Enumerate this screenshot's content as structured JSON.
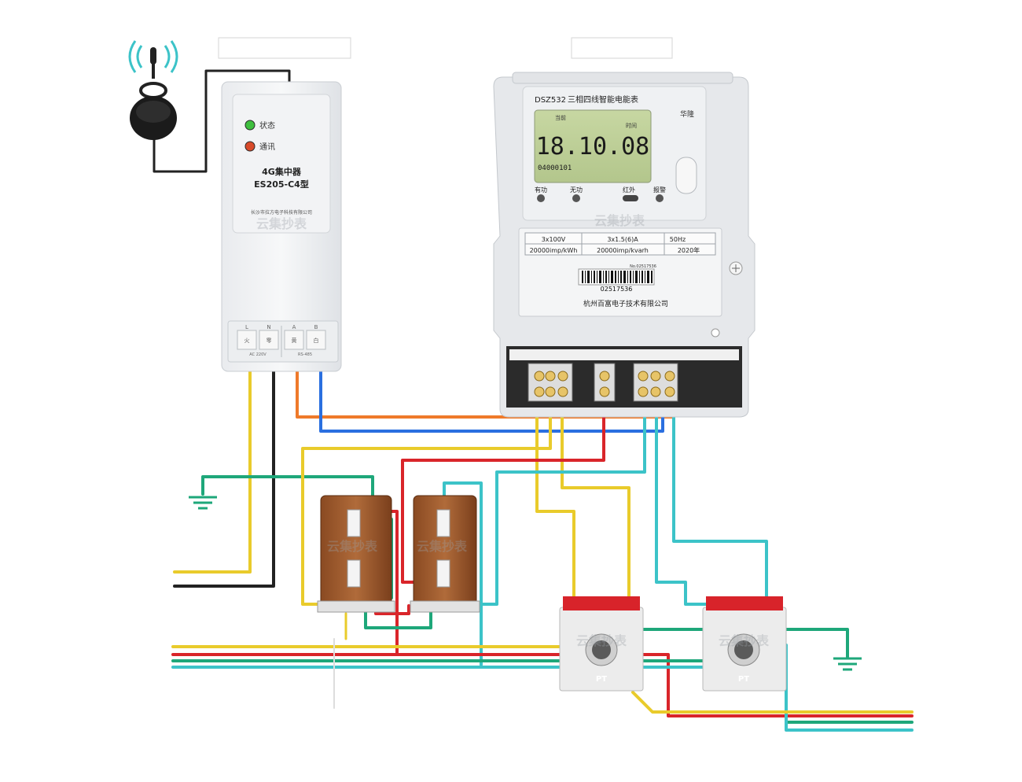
{
  "antenna": {
    "icon": "wireless-antenna-icon"
  },
  "concentrator": {
    "status_label": "状态",
    "comm_label": "通讯",
    "title": "4G集中器",
    "model": "ES205-C4型",
    "company": "长沙市拉方电子科技有限公司",
    "terminal_top_labels": [
      "L",
      "N",
      "A",
      "B"
    ],
    "terminal_labels": [
      "火",
      "零",
      "黄",
      "白"
    ],
    "terminal_bottom_left": "AC 220V",
    "terminal_bottom_right": "RS-485",
    "status_color": "#3fbf3f",
    "comm_color": "#d84a2a"
  },
  "meter": {
    "model": "DSZ532",
    "type": "三相四线智能电能表",
    "brand": "华隆",
    "display_top_left": "当前",
    "display_time_label": "时间",
    "display_value": "18.10.08",
    "display_code": "04000101",
    "indicators": [
      "有功",
      "无功",
      "红外",
      "报警"
    ],
    "spec_row1": [
      "3x100V",
      "3x1.5(6)A",
      "50Hz"
    ],
    "spec_row2": [
      "20000imp/kWh",
      "20000imp/kvarh",
      "2020年"
    ],
    "serial_small": "No.02517536",
    "serial": "02517536",
    "manufacturer": "杭州百富电子技术有限公司"
  },
  "watermark": "云集抄表",
  "pt_label": "PT",
  "colors": {
    "yellow": "#e9cb2b",
    "red": "#d9252a",
    "green": "#1ea77a",
    "cyan": "#3cc3c8",
    "orange": "#ef7a2a",
    "blue": "#2a6fe0",
    "black": "#222222"
  }
}
